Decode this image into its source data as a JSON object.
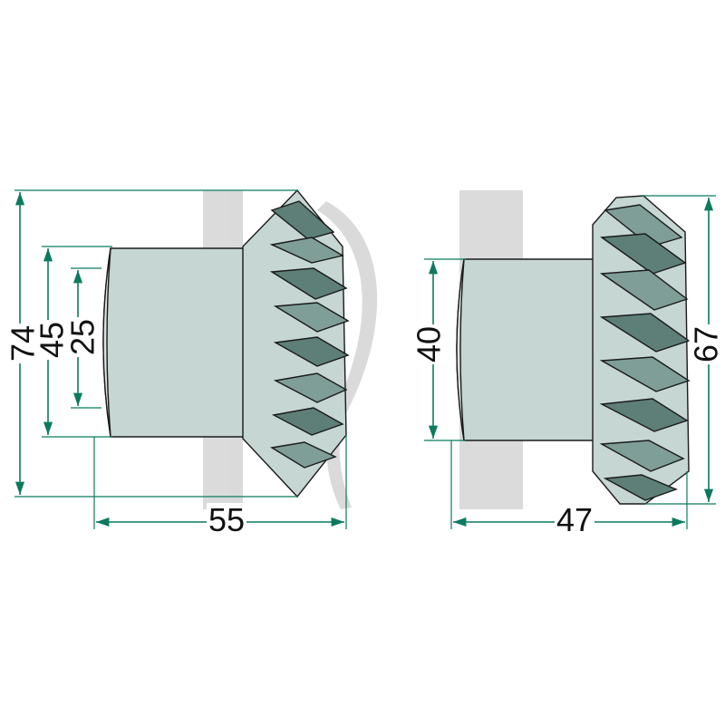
{
  "colors": {
    "dimension": "#0c7a5e",
    "gear_body": "#c5d6d3",
    "gear_body_light": "#dbe6e4",
    "gear_tooth_face": "#7f9e98",
    "gear_tooth_dark": "#5d7f78",
    "outline": "#1a1a1a",
    "watermark": "#d9d9d9"
  },
  "left_gear": {
    "dim_overall_height": "74",
    "dim_hub_outer": "45",
    "dim_bore": "25",
    "dim_length": "55"
  },
  "right_gear": {
    "dim_hub_diameter": "40",
    "dim_overall_height": "67",
    "dim_length": "47"
  }
}
